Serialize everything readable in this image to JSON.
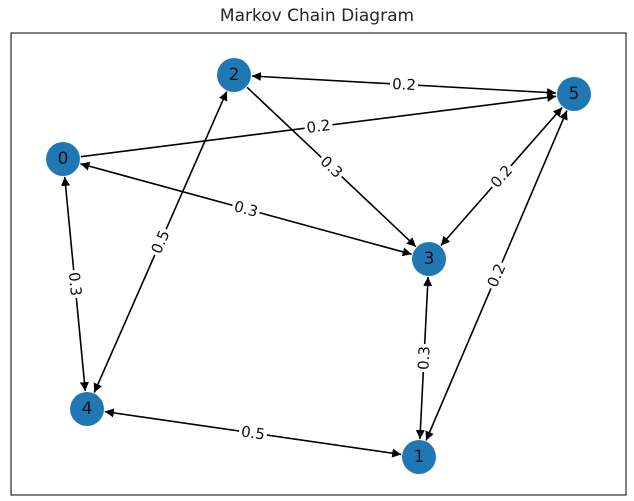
{
  "title": "Markov Chain Diagram",
  "colors": {
    "node": "#1f77b4",
    "edge": "#000000",
    "frame": "#000000"
  },
  "nodes": [
    {
      "id": "0",
      "label": "0"
    },
    {
      "id": "1",
      "label": "1"
    },
    {
      "id": "2",
      "label": "2"
    },
    {
      "id": "3",
      "label": "3"
    },
    {
      "id": "4",
      "label": "4"
    },
    {
      "id": "5",
      "label": "5"
    }
  ],
  "edges": [
    {
      "a": "2",
      "b": "5",
      "label": "0.2",
      "arrow_a": true,
      "arrow_b": true
    },
    {
      "a": "0",
      "b": "5",
      "label": "0.2",
      "arrow_a": false,
      "arrow_b": true
    },
    {
      "a": "2",
      "b": "3",
      "label": "0.3",
      "arrow_a": false,
      "arrow_b": true
    },
    {
      "a": "5",
      "b": "3",
      "label": "0.2",
      "arrow_a": true,
      "arrow_b": true
    },
    {
      "a": "0",
      "b": "3",
      "label": "0.3",
      "arrow_a": true,
      "arrow_b": true
    },
    {
      "a": "2",
      "b": "4",
      "label": "0.5",
      "arrow_a": true,
      "arrow_b": true
    },
    {
      "a": "0",
      "b": "4",
      "label": "0.3",
      "arrow_a": true,
      "arrow_b": true
    },
    {
      "a": "5",
      "b": "1",
      "label": "0.2",
      "arrow_a": true,
      "arrow_b": true
    },
    {
      "a": "3",
      "b": "1",
      "label": "0.3",
      "arrow_a": true,
      "arrow_b": true
    },
    {
      "a": "4",
      "b": "1",
      "label": "0.5",
      "arrow_a": true,
      "arrow_b": true
    }
  ]
}
